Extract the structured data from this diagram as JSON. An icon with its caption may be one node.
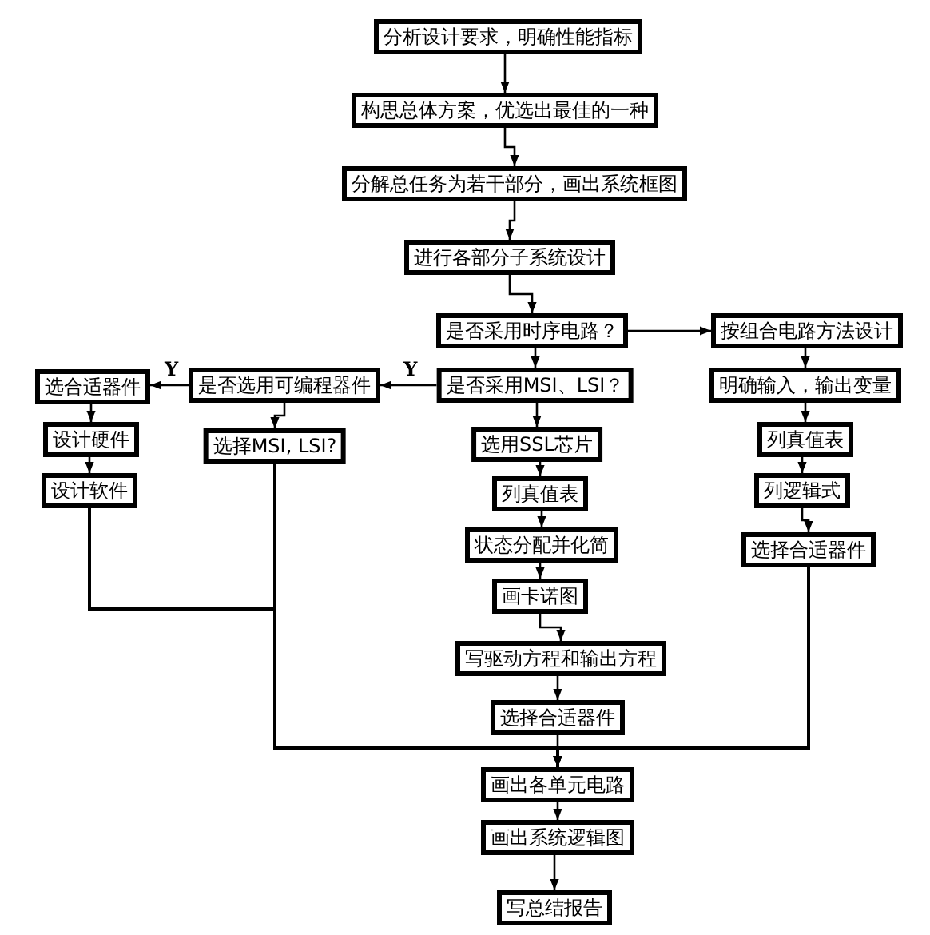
{
  "diagram": {
    "nodes": [
      {
        "text": [
          "分析设计要求，明确性能指标"
        ]
      },
      {
        "text": [
          "构思总体方案，优选出最佳的一种"
        ]
      },
      {
        "text": [
          "分解总任务为若干部分，画出系统框图"
        ]
      },
      {
        "text": [
          "进行各部分子系统设计"
        ]
      },
      {
        "text": [
          "是否采用时序电路？"
        ]
      },
      {
        "text": [
          "按组合电路方法设计"
        ]
      },
      {
        "text": [
          "是否采用MSI、LSI？"
        ]
      },
      {
        "text": [
          "是否选用可编程器件"
        ]
      },
      {
        "text": [
          "选合适器件"
        ]
      },
      {
        "text": [
          "设计硬件"
        ]
      },
      {
        "text": [
          "设计软件"
        ]
      },
      {
        "text": [
          "选择MSI, LSI?"
        ]
      },
      {
        "text": [
          "选用SSL芯片"
        ]
      },
      {
        "text": [
          "列真值表"
        ]
      },
      {
        "text": [
          "状态分配并化简"
        ]
      },
      {
        "text": [
          "画卡诺图"
        ]
      },
      {
        "text": [
          "写驱动方程和输出方程"
        ]
      },
      {
        "text": [
          "选择合适器件"
        ]
      },
      {
        "text": [
          "画出各单元电路"
        ]
      },
      {
        "text": [
          "画出系统逻辑图"
        ]
      },
      {
        "text": [
          "写总结报告"
        ]
      },
      {
        "text": [
          "明确输入，输出变量"
        ]
      },
      {
        "text": [
          "列真值表"
        ]
      },
      {
        "text": [
          "列逻辑式"
        ]
      },
      {
        "text": [
          "选择合适器件"
        ]
      }
    ],
    "edges": [
      {
        "from": 0,
        "to": 1,
        "arrow": "to"
      },
      {
        "from": 1,
        "to": 2,
        "arrow": "to"
      },
      {
        "from": 2,
        "to": 3,
        "arrow": "to"
      },
      {
        "from": 3,
        "to": 4,
        "arrow": "to"
      },
      {
        "from": 4,
        "to": 5,
        "arrow": "to"
      },
      {
        "from": 4,
        "to": 6,
        "arrow": "to"
      },
      {
        "from": 6,
        "to": 7,
        "arrow": "to",
        "label": "Y"
      },
      {
        "from": 7,
        "to": 8,
        "arrow": "to",
        "label": "Y"
      },
      {
        "from": 8,
        "to": 9,
        "arrow": "to"
      },
      {
        "from": 9,
        "to": 10,
        "arrow": "to"
      },
      {
        "from": 7,
        "to": 11,
        "arrow": "to"
      },
      {
        "from": 6,
        "to": 12,
        "arrow": "to"
      },
      {
        "from": 12,
        "to": 13,
        "arrow": "to"
      },
      {
        "from": 13,
        "to": 14,
        "arrow": "to"
      },
      {
        "from": 14,
        "to": 15,
        "arrow": "to"
      },
      {
        "from": 15,
        "to": 16,
        "arrow": "to"
      },
      {
        "from": 16,
        "to": 17,
        "arrow": "to"
      },
      {
        "from": 17,
        "to": 18,
        "arrow": "to"
      },
      {
        "from": 11,
        "to": 18,
        "arrow": "to"
      },
      {
        "from": 10,
        "to": 18,
        "arrow": "to"
      },
      {
        "from": 24,
        "to": 18,
        "arrow": "to"
      },
      {
        "from": 18,
        "to": 19,
        "arrow": "to"
      },
      {
        "from": 19,
        "to": 20,
        "arrow": "to"
      },
      {
        "from": 5,
        "to": 21,
        "arrow": "to"
      },
      {
        "from": 21,
        "to": 22,
        "arrow": "to"
      },
      {
        "from": 22,
        "to": 23,
        "arrow": "to"
      },
      {
        "from": 23,
        "to": 24,
        "arrow": "to"
      }
    ]
  }
}
